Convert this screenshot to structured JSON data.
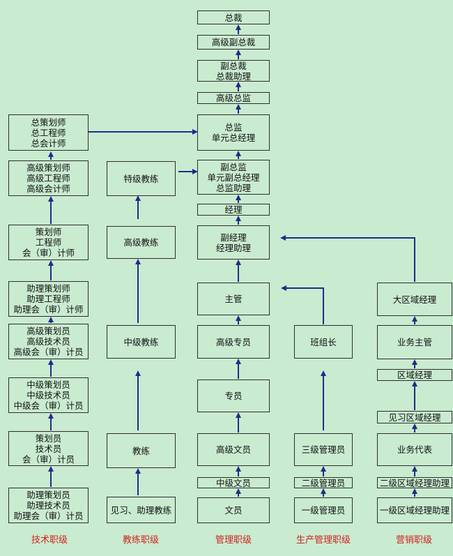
{
  "colors": {
    "background": "#c9ebd0",
    "arrow": "#1f2c8a",
    "label": "#d2231f",
    "border": "#2d2d2d"
  },
  "columns": {
    "tech": "技术职级",
    "coach": "教练职级",
    "mgmt": "管理职级",
    "prod": "生产管理职级",
    "sales": "营销职级"
  },
  "tech": {
    "l1": "总策划师\n总工程师\n总会计师",
    "l2": "高级策划师\n高级工程师\n高级会计师",
    "l3": "策划师\n工程师\n会（审）计师",
    "l4": "助理策划师\n助理工程师\n助理会（审）计师",
    "l5": "高级策划员\n高级技术员\n高级会（审）计员",
    "l6": "中级策划员\n中级技术员\n中级会（审）计员",
    "l7": "策划员\n技术员\n会（审）计员",
    "l8": "助理策划员\n助理技术员\n助理会（审）计员"
  },
  "coach": {
    "l1": "特级教练",
    "l2": "高级教练",
    "l3": "中级教练",
    "l4": "教练",
    "l5": "见习、助理教练"
  },
  "mgmt": {
    "l1": "总裁",
    "l2": "高级副总裁",
    "l3": "副总裁\n总裁助理",
    "l4": "高级总监",
    "l5": "总监\n单元总经理",
    "l6": "副总监\n单元副总经理\n总监助理",
    "l7": "经理",
    "l8": "副经理\n经理助理",
    "l9": "主管",
    "l10": "高级专员",
    "l11": "专员",
    "l12": "高级文员",
    "l13": "中级文员",
    "l14": "文员"
  },
  "prod": {
    "l1": "班组长",
    "l2": "三级管理员",
    "l3": "二级管理员",
    "l4": "一级管理员"
  },
  "sales": {
    "l1": "大区域经理",
    "l2": "业务主管",
    "l3": "区域经理",
    "l4": "见习区域经理",
    "l5": "业务代表",
    "l6": "二级区域经理助理",
    "l7": "一级区域经理助理"
  }
}
